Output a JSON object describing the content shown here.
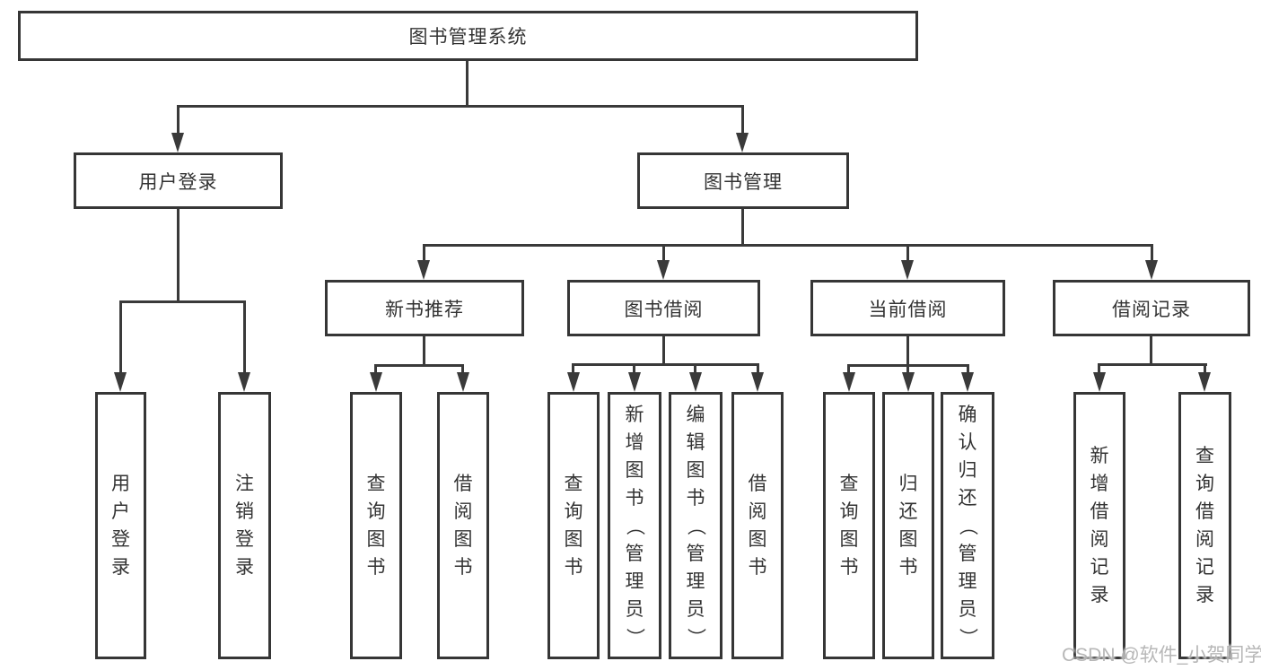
{
  "diagram": {
    "root": {
      "label": "图书管理系统",
      "children": [
        {
          "label": "用户登录",
          "children": [
            {
              "label": "用户登录"
            },
            {
              "label": "注销登录"
            }
          ]
        },
        {
          "label": "图书管理",
          "children": [
            {
              "label": "新书推荐",
              "children": [
                {
                  "label": "查询图书"
                },
                {
                  "label": "借阅图书"
                }
              ]
            },
            {
              "label": "图书借阅",
              "children": [
                {
                  "label": "查询图书"
                },
                {
                  "label": "新增图书（管理员）"
                },
                {
                  "label": "编辑图书（管理员）"
                },
                {
                  "label": "借阅图书"
                }
              ]
            },
            {
              "label": "当前借阅",
              "children": [
                {
                  "label": "查询图书"
                },
                {
                  "label": "归还图书"
                },
                {
                  "label": "确认归还（管理员）"
                }
              ]
            },
            {
              "label": "借阅记录",
              "children": [
                {
                  "label": "新增借阅记录"
                },
                {
                  "label": "查询借阅记录"
                }
              ]
            }
          ]
        }
      ]
    },
    "colors": {
      "line": "#3a3a3a",
      "border": "#363636",
      "text": "#333333",
      "background": "#ffffff"
    }
  },
  "watermark": {
    "text": "CSDN @软件_小贺同学"
  }
}
